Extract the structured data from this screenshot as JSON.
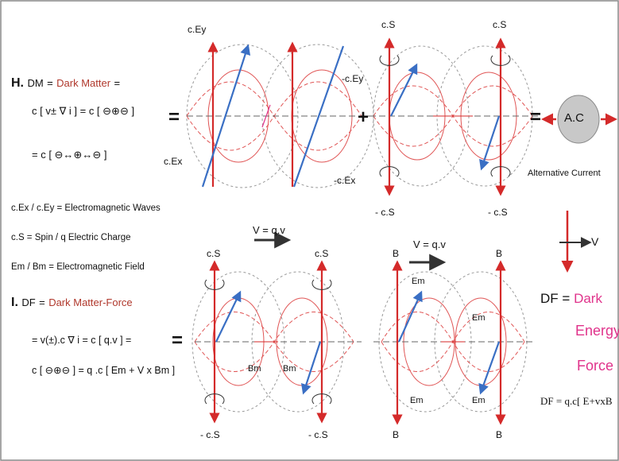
{
  "section_h": {
    "letter": "H.",
    "dm": "DM",
    "eq": "=",
    "title": "Dark Matter",
    "eq2": "=",
    "line1": "c [ v± ∇ i ] = c [ ⊖⊕⊖ ]",
    "line2": "= c [ ⊖↔⊕↔⊖ ]"
  },
  "legend": {
    "waves": "c.Ex / c.Ey = Electromagnetic Waves",
    "spin": "c.S  = Spin / q   Electric Charge",
    "field": "Em / Bm  =   Electromagnetic   Field"
  },
  "section_i": {
    "letter": "I.",
    "df": "DF",
    "eq": "=",
    "title": "Dark Matter-Force",
    "line1": "= v(±).c ∇ i = c [ q.v ] =",
    "line2": "c [ ⊖⊕⊖ ] = q .c [ Em + V x Bm ]"
  },
  "top_left": {
    "cey": "c.Ey",
    "cex": "c.Ex",
    "neg_cey": "-c.Ey",
    "neg_cex": "-c.Ex"
  },
  "top_right": {
    "cs_a": "c.S",
    "cs_b": "c.S",
    "ncs_a": "- c.S",
    "ncs_b": "- c.S"
  },
  "operators": {
    "eq1": "=",
    "plus": "+",
    "eq2": "=",
    "eq3": "="
  },
  "ac": {
    "label": "A.C",
    "caption": "Alternative Current"
  },
  "bottom_left": {
    "velocity": "V = q.v",
    "cs_a": "c.S",
    "cs_b": "c.S",
    "bm_a": "Bm",
    "bm_b": "Bm",
    "ncs_a": "- c.S",
    "ncs_b": "- c.S"
  },
  "bottom_right": {
    "velocity": "V = q.v",
    "b_a": "B",
    "b_b": "B",
    "em_a": "Em",
    "em_b": "Em",
    "em_c": "Em",
    "em_d": "Em",
    "nb_a": "B",
    "nb_b": "B"
  },
  "df_box": {
    "v": "V",
    "df": "DF",
    "eq": "=",
    "dark": "Dark",
    "energy": "Energy",
    "force": "Force",
    "formula": "DF = q.c[ E+vxB"
  },
  "colors": {
    "red": "#d42a2a",
    "blue": "#3a6fc4",
    "pink": "#e0338b",
    "dark_red": "#b0382c",
    "ac_fill": "#c8c8c8"
  }
}
